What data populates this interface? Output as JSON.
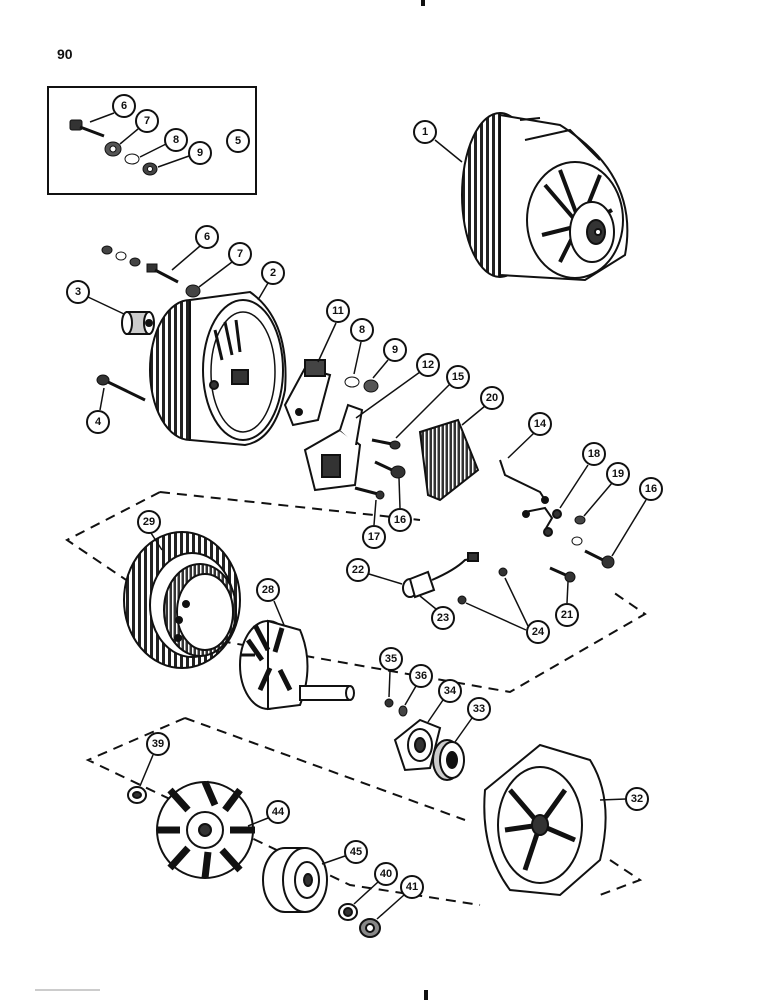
{
  "page": {
    "number": "90"
  },
  "callouts": [
    {
      "key": "c1",
      "label": "1"
    },
    {
      "key": "c2",
      "label": "2"
    },
    {
      "key": "c3",
      "label": "3"
    },
    {
      "key": "c4",
      "label": "4"
    },
    {
      "key": "c5",
      "label": "5"
    },
    {
      "key": "c6a",
      "label": "6"
    },
    {
      "key": "c7a",
      "label": "7"
    },
    {
      "key": "c8a",
      "label": "8"
    },
    {
      "key": "c9a",
      "label": "9"
    },
    {
      "key": "c6b",
      "label": "6"
    },
    {
      "key": "c7b",
      "label": "7"
    },
    {
      "key": "c8b",
      "label": "8"
    },
    {
      "key": "c9b",
      "label": "9"
    },
    {
      "key": "c11",
      "label": "11"
    },
    {
      "key": "c12",
      "label": "12"
    },
    {
      "key": "c14",
      "label": "14"
    },
    {
      "key": "c15",
      "label": "15"
    },
    {
      "key": "c16a",
      "label": "16"
    },
    {
      "key": "c16b",
      "label": "16"
    },
    {
      "key": "c17",
      "label": "17"
    },
    {
      "key": "c18",
      "label": "18"
    },
    {
      "key": "c19",
      "label": "19"
    },
    {
      "key": "c20",
      "label": "20"
    },
    {
      "key": "c21",
      "label": "21"
    },
    {
      "key": "c22",
      "label": "22"
    },
    {
      "key": "c23",
      "label": "23"
    },
    {
      "key": "c24",
      "label": "24"
    },
    {
      "key": "c28",
      "label": "28"
    },
    {
      "key": "c29",
      "label": "29"
    },
    {
      "key": "c32",
      "label": "32"
    },
    {
      "key": "c33",
      "label": "33"
    },
    {
      "key": "c34",
      "label": "34"
    },
    {
      "key": "c35",
      "label": "35"
    },
    {
      "key": "c36",
      "label": "36"
    },
    {
      "key": "c39",
      "label": "39"
    },
    {
      "key": "c40",
      "label": "40"
    },
    {
      "key": "c41",
      "label": "41"
    },
    {
      "key": "c44",
      "label": "44"
    },
    {
      "key": "c45",
      "label": "45"
    }
  ]
}
